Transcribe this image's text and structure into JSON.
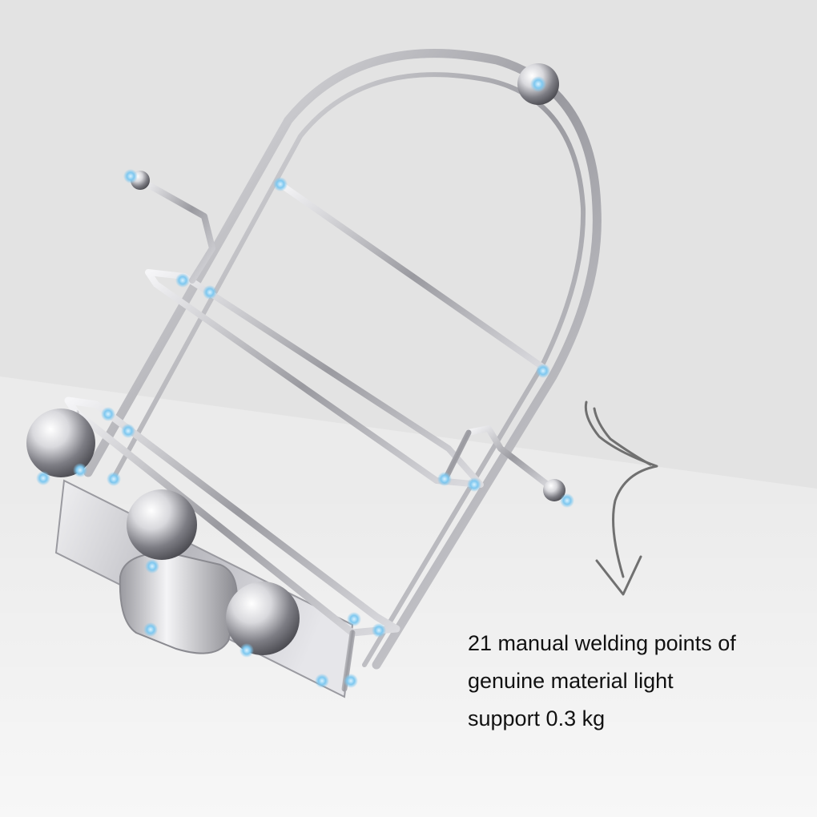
{
  "caption": {
    "lines": [
      "21 manual welding points of",
      "genuine material light",
      "support 0.3 kg"
    ]
  },
  "colors": {
    "background": "#ebebeb",
    "metal": "#c8c8cc",
    "weld_highlight": "#7ec8f0"
  },
  "icons": [
    "curved-arrow-icon"
  ]
}
